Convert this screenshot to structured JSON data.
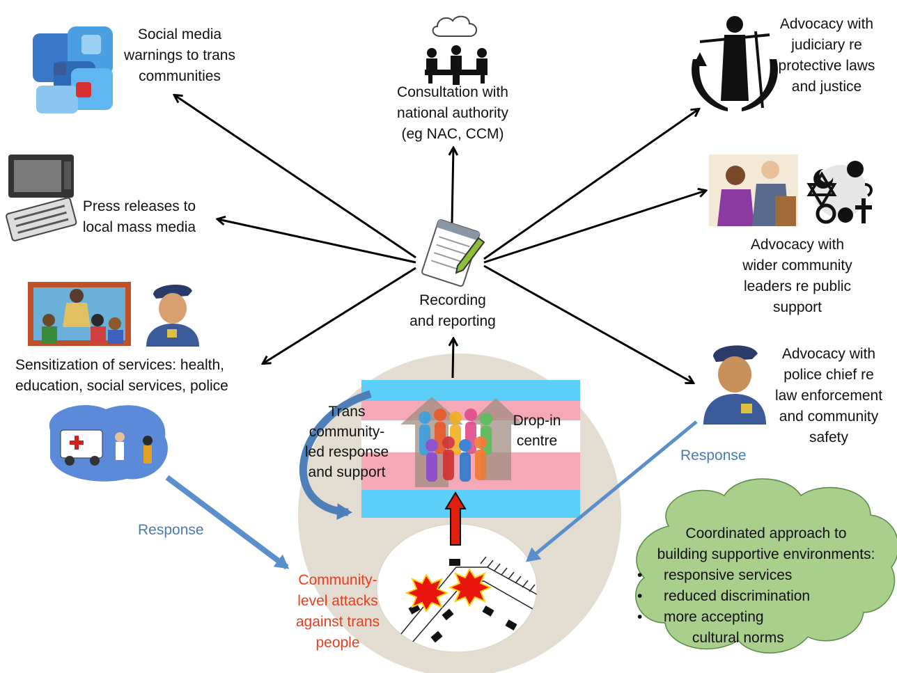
{
  "nodes": {
    "social_media": "Social media\nwarnings to trans\ncommunities",
    "consultation": "Consultation with\nnational authority\n(eg NAC, CCM)",
    "judiciary": "Advocacy with\njudiciary re\nprotective laws\nand justice",
    "press": "Press releases to\nlocal mass media",
    "community_leaders": "Advocacy with\nwider community\nleaders re public\nsupport",
    "recording": "Recording\nand reporting",
    "sensitization": "Sensitization of services: health,\neducation, social services, police",
    "police_chief": "Advocacy with\npolice chief re\nlaw enforcement\nand community\nsafety",
    "trans_response": "Trans\ncommunity-\nled response\nand support",
    "dropin": "Drop-in\ncentre",
    "attacks": "Community-\nlevel attacks\nagainst trans\npeople"
  },
  "response_labels": {
    "left": "Response",
    "right": "Response"
  },
  "cloud": {
    "heading": "Coordinated approach to\nbuilding supportive environments:",
    "bullet_char": "•",
    "bullets": [
      "responsive services",
      "reduced discrimination",
      "more accepting\n       cultural norms"
    ]
  },
  "icons": {
    "social_media": "social-media-icons-cluster",
    "consultation": "meeting-table-people-icon",
    "judiciary": "justice-scales-icon",
    "press": "tv-and-newspaper-icon",
    "community_leaders": "community-leaders-and-faith-symbols-icon",
    "recording": "notepad-pen-icon",
    "sensitization": "classroom-and-police-icon",
    "police_chief": "police-officer-icon",
    "health": "ambulance-scene-icon"
  },
  "colors": {
    "trans_blue": "#5bcefa",
    "trans_pink": "#f5a9b8",
    "circle_bg": "#e2ddd0",
    "response_blue": "#5b8fcb",
    "attack_red": "#ee3b1c",
    "cloud_green": "#a9cf8c",
    "arrow_red": "#e01e0e"
  }
}
